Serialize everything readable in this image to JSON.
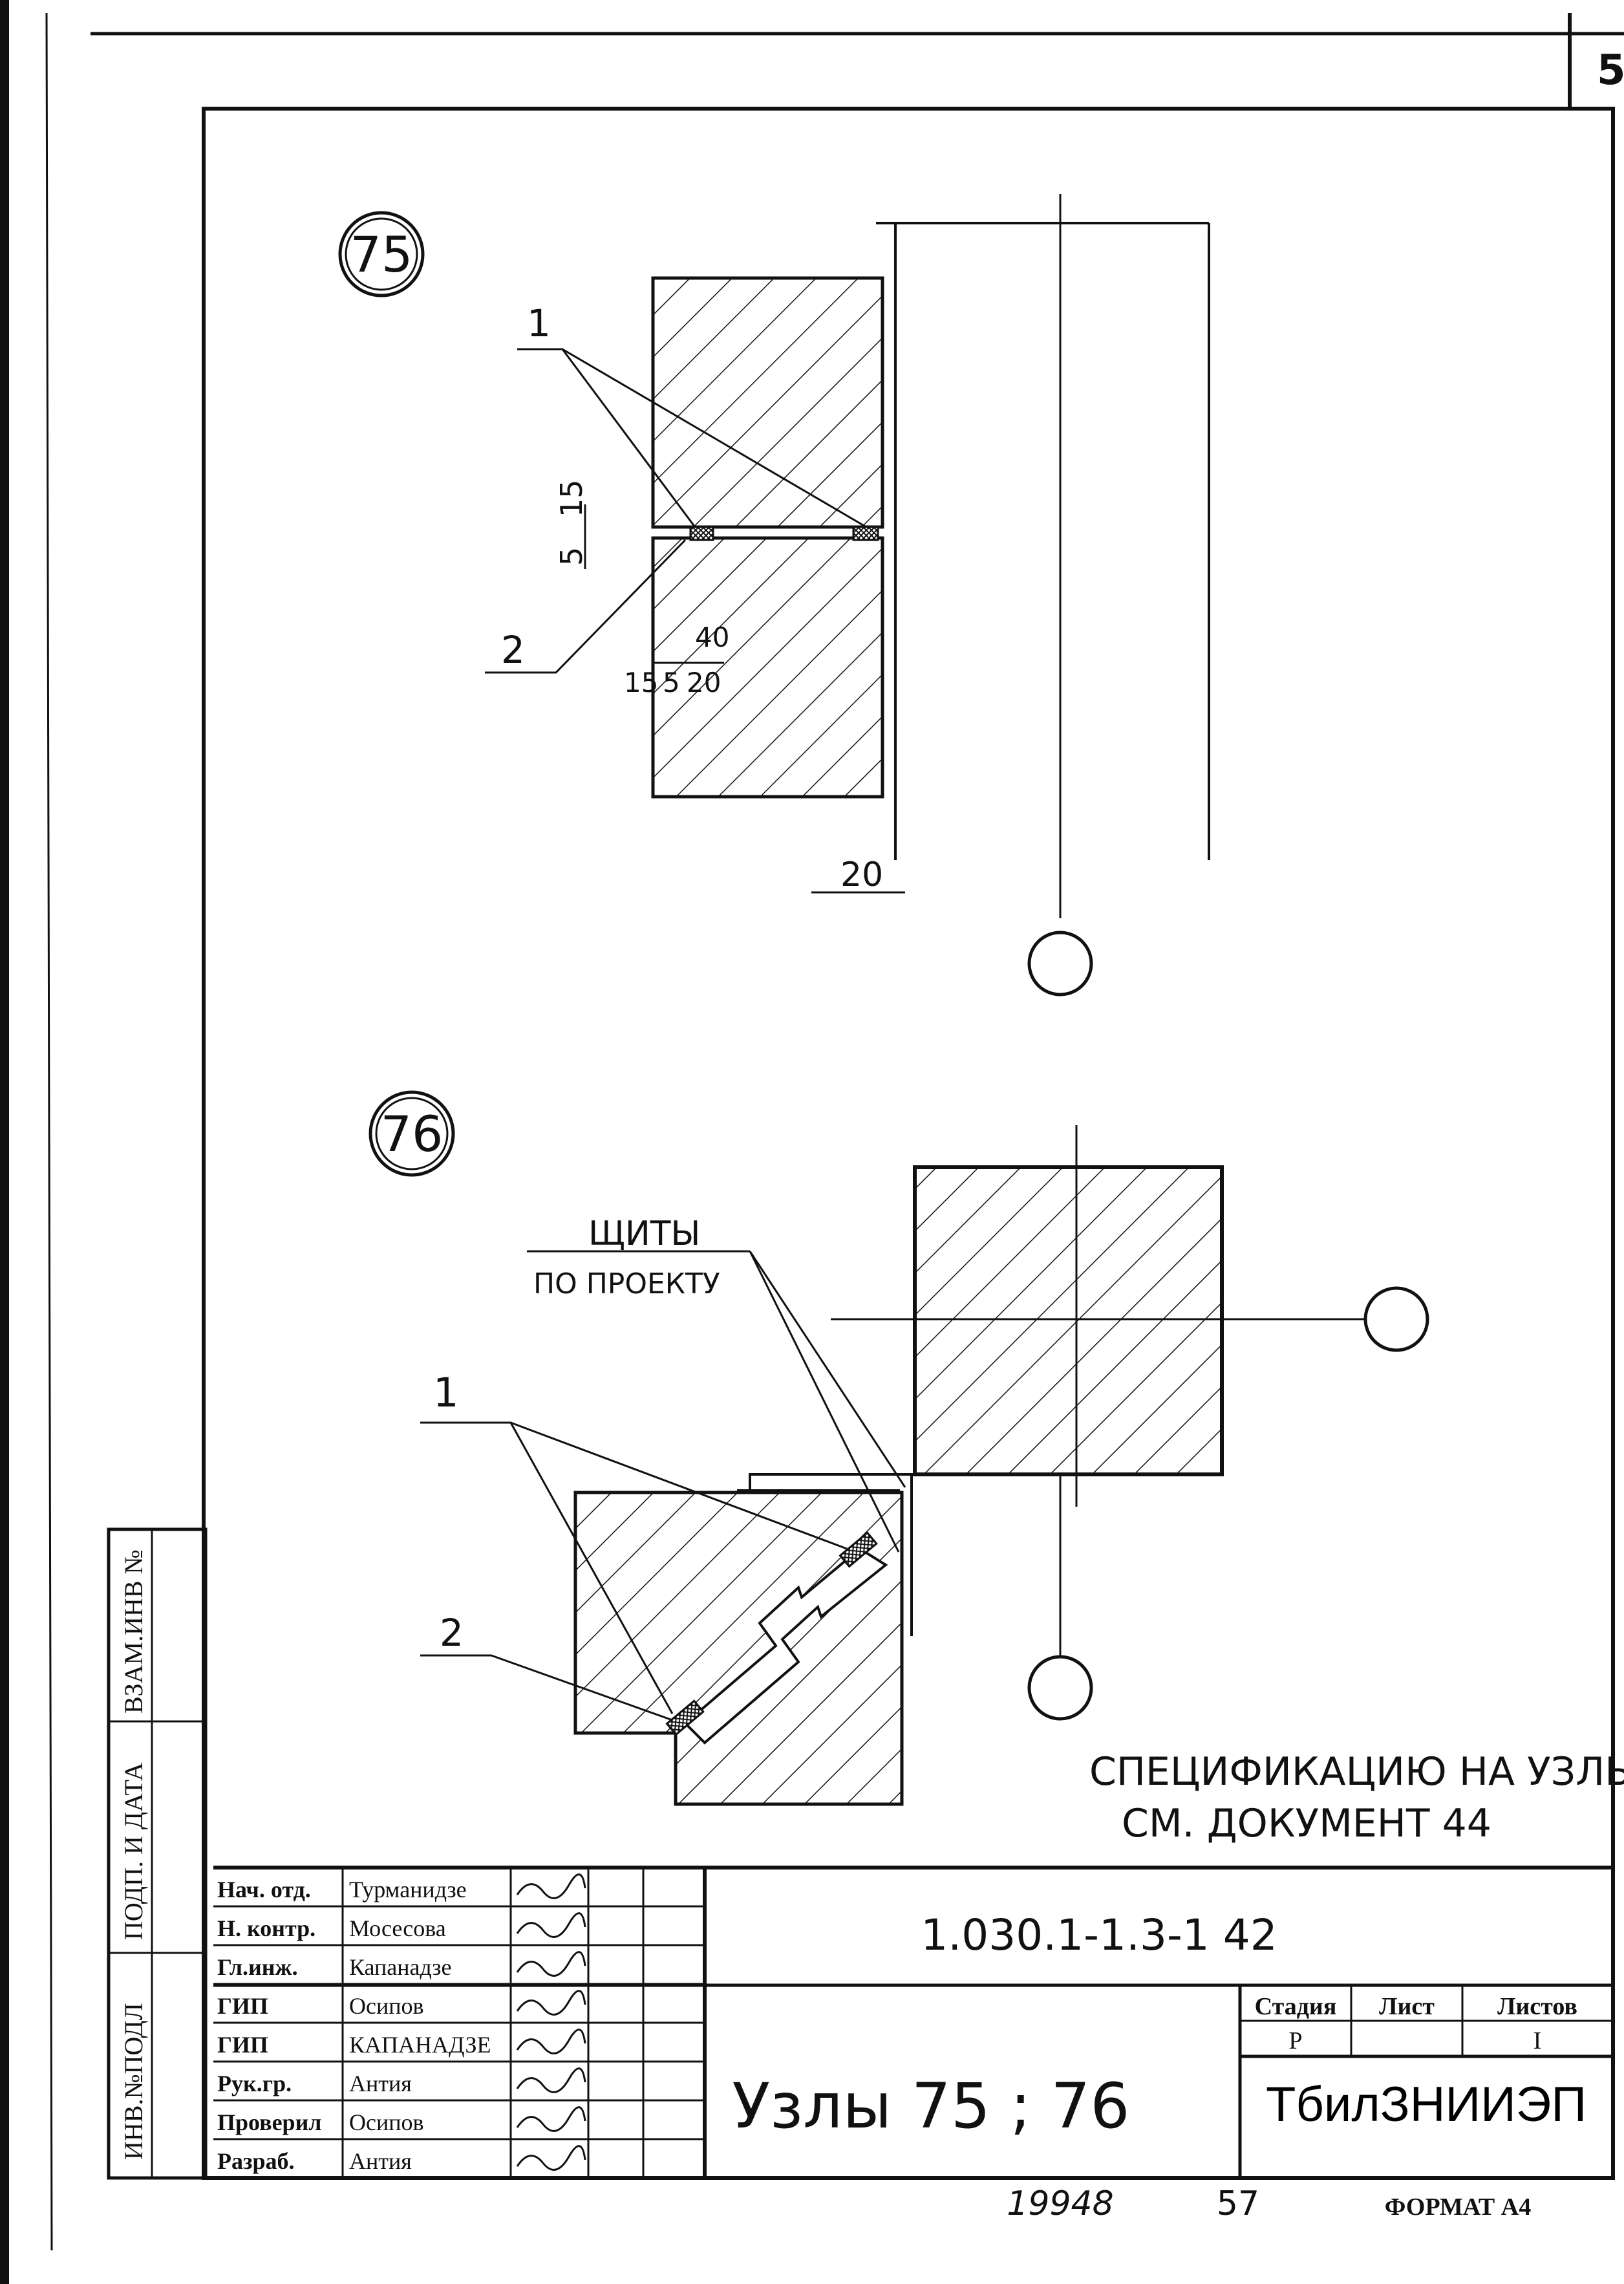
{
  "sheet": {
    "corner_page": "5",
    "stamp_number": "19948",
    "stamp_page": "57",
    "format": "ФОРМАТ А4"
  },
  "node75": {
    "badge": "75",
    "callout_1": "1",
    "callout_2": "2",
    "dims": {
      "d5": "5",
      "d15_top": "15",
      "d40": "40",
      "d15_bot": "15",
      "d5b": "5",
      "d20": "20",
      "d20_bottom": "20"
    }
  },
  "node76": {
    "badge": "76",
    "note_line1": "ЩИТЫ",
    "note_line2": "ПО ПРОЕКТУ",
    "callout_1": "1",
    "callout_2": "2"
  },
  "spec_note": {
    "line1": "СПЕЦИФИКАЦИЮ НА УЗЛЫ",
    "line2": "СМ. ДОКУМЕНТ 44"
  },
  "side_stamp": {
    "row1": "ВЗАМ.ИНВ №",
    "row2": "ПОДП. И ДАТА",
    "row3": "ИНВ.№ПОДЛ"
  },
  "title_block": {
    "signatures": [
      {
        "role": "Нач. отд.",
        "name": "Турманидзе"
      },
      {
        "role": "Н. контр.",
        "name": "Мосесова"
      },
      {
        "role": "Гл.инж.",
        "name": "Капанадзе"
      },
      {
        "role": "ГИП",
        "name": "Осипов"
      },
      {
        "role": "ГИП",
        "name": "КАПАНАДЗЕ"
      },
      {
        "role": "Рук.гр.",
        "name": "Антия"
      },
      {
        "role": "Проверил",
        "name": "Осипов"
      },
      {
        "role": "Разраб.",
        "name": "Антия"
      }
    ],
    "document_code": "1.030.1-1.3-1 42",
    "title": "Узлы 75 ; 76",
    "stage_label": "Стадия",
    "sheet_label": "Лист",
    "sheets_label": "Листов",
    "stage_value": "Р",
    "sheet_value": "",
    "sheets_value": "I",
    "organization": "ТбилЗНИИЭП"
  }
}
